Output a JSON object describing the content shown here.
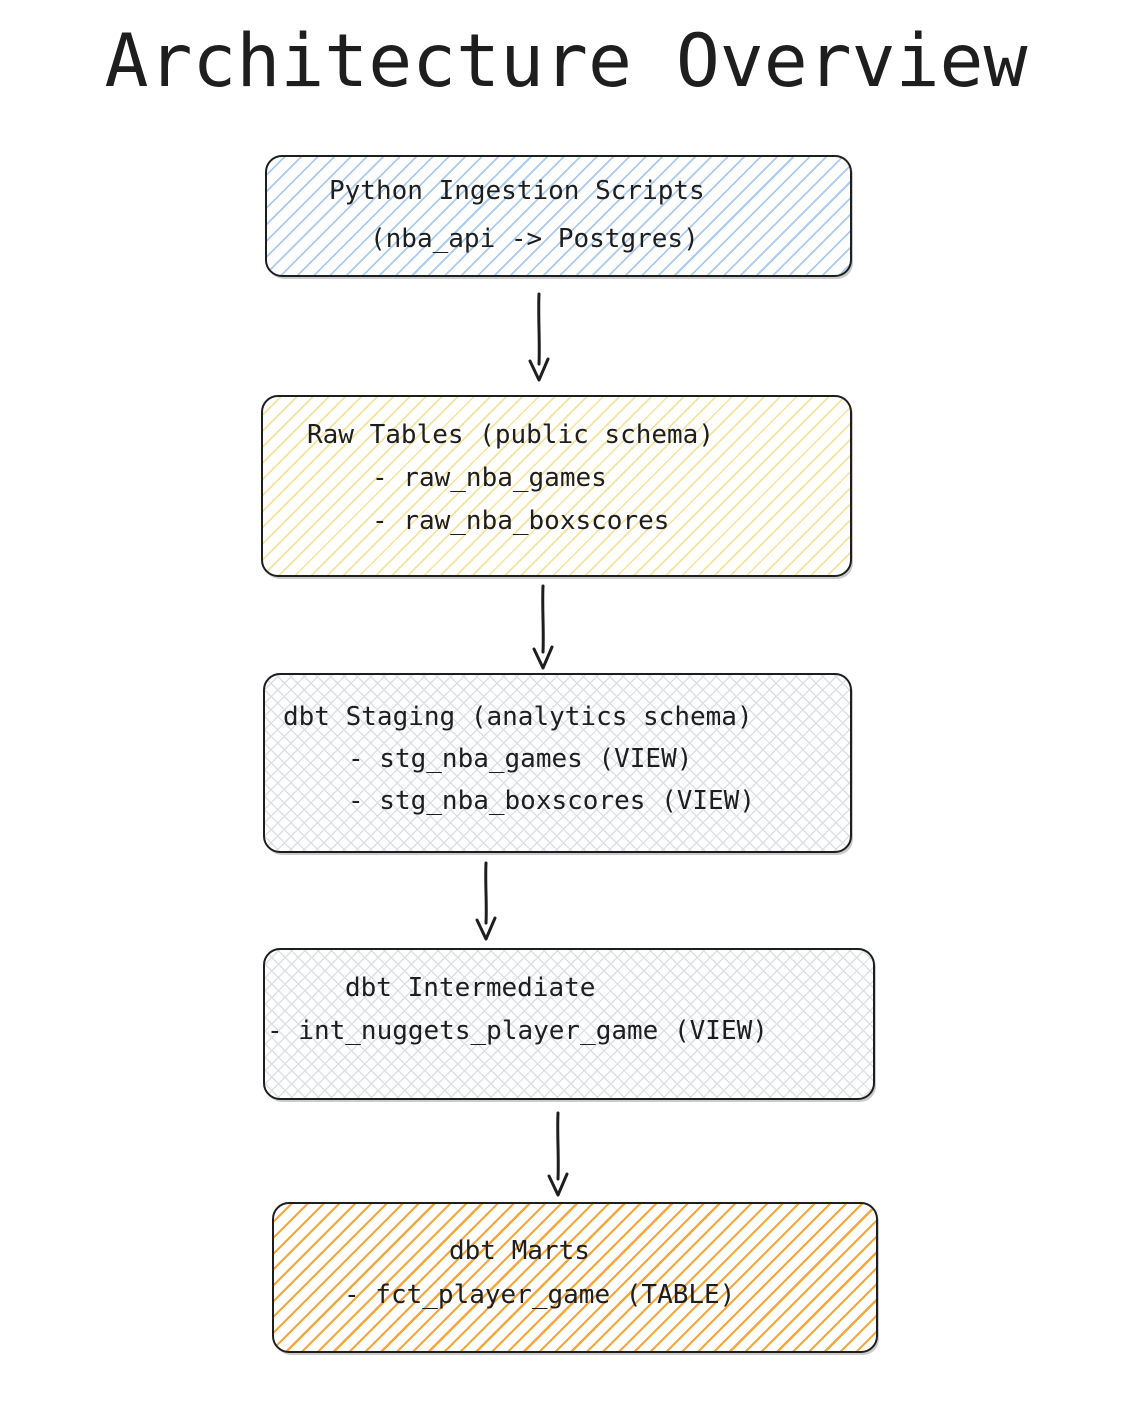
{
  "page": {
    "title": "Architecture Overview",
    "background_color": "#ffffff",
    "text_color": "#1e1e1e"
  },
  "diagram": {
    "stroke_color": "#1e1e1e",
    "nodes": [
      {
        "id": "python-ingestion-scripts",
        "fill_style": "diagonal-hatch",
        "fill_color": "#a9cbf0",
        "lines": [
          "Python Ingestion Scripts",
          "(nba_api -> Postgres)"
        ]
      },
      {
        "id": "raw-tables",
        "fill_style": "diagonal-hatch",
        "fill_color": "#f7e29b",
        "lines": [
          "Raw Tables (public schema)",
          "- raw_nba_games",
          "- raw_nba_boxscores"
        ]
      },
      {
        "id": "dbt-staging",
        "fill_style": "cross-hatch",
        "fill_color": "#dce0e5",
        "lines": [
          "dbt Staging (analytics schema)",
          "- stg_nba_games (VIEW)",
          "- stg_nba_boxscores (VIEW)"
        ]
      },
      {
        "id": "dbt-intermediate",
        "fill_style": "cross-hatch",
        "fill_color": "#dce0e5",
        "lines": [
          "dbt Intermediate",
          "- int_nuggets_player_game (VIEW)"
        ]
      },
      {
        "id": "dbt-marts",
        "fill_style": "diagonal-hatch",
        "fill_color": "#f4a73c",
        "lines": [
          "dbt Marts",
          "- fct_player_game (TABLE)"
        ]
      }
    ],
    "edges": [
      {
        "from": "python-ingestion-scripts",
        "to": "raw-tables"
      },
      {
        "from": "raw-tables",
        "to": "dbt-staging"
      },
      {
        "from": "dbt-staging",
        "to": "dbt-intermediate"
      },
      {
        "from": "dbt-intermediate",
        "to": "dbt-marts"
      }
    ]
  }
}
